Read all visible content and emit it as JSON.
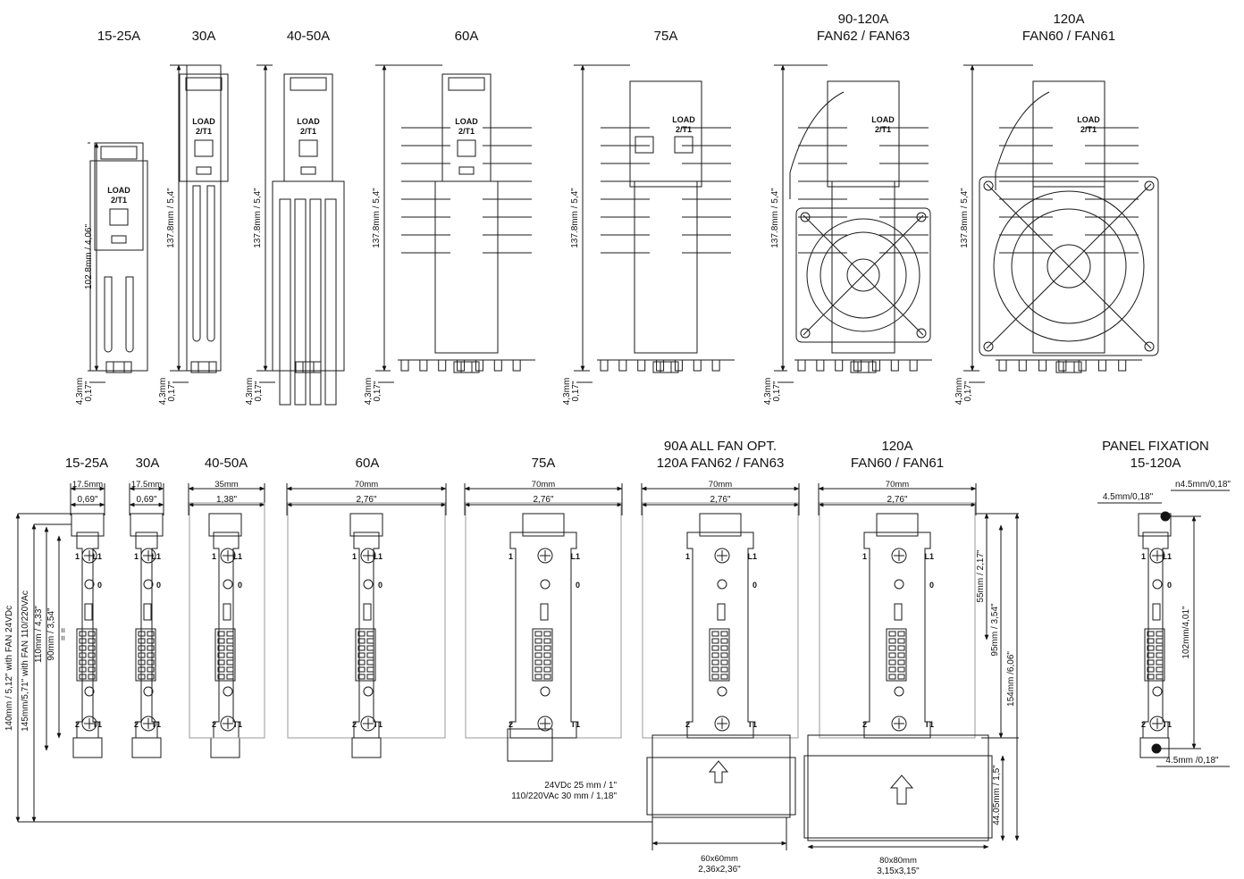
{
  "top_row": {
    "titles": [
      {
        "line1": "15-25A",
        "line2": ""
      },
      {
        "line1": "30A",
        "line2": ""
      },
      {
        "line1": "40-50A",
        "line2": ""
      },
      {
        "line1": "60A",
        "line2": ""
      },
      {
        "line1": "75A",
        "line2": ""
      },
      {
        "line1": "90-120A",
        "line2": "FAN62 / FAN63"
      },
      {
        "line1": "120A",
        "line2": "FAN60 / FAN61"
      }
    ],
    "height_small": "102.8mm / 4,06\"",
    "height_large": "137.8mm / 5,4\"",
    "foot_mm": "4,3mm",
    "foot_in": "0,17\"",
    "module_label_1": "LOAD",
    "module_label_2": "2/T1"
  },
  "bottom_row": {
    "titles": [
      {
        "line1": "15-25A",
        "line2": ""
      },
      {
        "line1": "30A",
        "line2": ""
      },
      {
        "line1": "40-50A",
        "line2": ""
      },
      {
        "line1": "60A",
        "line2": ""
      },
      {
        "line1": "75A",
        "line2": ""
      },
      {
        "line1": "90A ALL FAN OPT.",
        "line2": "120A FAN62 / FAN63"
      },
      {
        "line1": "120A",
        "line2": "FAN60 / FAN61"
      },
      {
        "line1": "PANEL FIXATION",
        "line2": "15-120A"
      }
    ],
    "widths_mm": [
      "17.5mm",
      "17.5mm",
      "35mm",
      "70mm",
      "70mm",
      "70mm",
      "70mm"
    ],
    "widths_in": [
      "0,69\"",
      "0,69\"",
      "1,38\"",
      "2,76\"",
      "2,76\"",
      "2,76\"",
      "2,76\""
    ],
    "dim_140": "140mm / 5,12\" with FAN 24VDc",
    "dim_145": "145mm/5,71\" with FAN 110/220VAc",
    "dim_110": "110mm / 4,33\"",
    "dim_90": "90mm / 3,54\"",
    "dim_equal": "= =",
    "dim_55": "55mm / 2,17\"",
    "dim_95": "95mm / 3,54\"",
    "dim_154": "154mm /6,06\"",
    "dim_44": "44.05mm / 1,5\"",
    "fan_note_1": "24VDc 25 mm / 1\"",
    "fan_note_2": "110/220VAc 30 mm / 1,18\"",
    "fan60_mm": "60x60mm",
    "fan60_in": "2,36x2,36\"",
    "fan80_mm": "80x80mm",
    "fan80_in": "3,15x3,15\"",
    "panel_hole_left": "4.5mm/0,18\"",
    "panel_hole_top": "n4.5mm/0,18\"",
    "panel_height": "102mm/4,01\"",
    "panel_hole_bottom": "4.5mm /0,18\"",
    "terminal_1": "1",
    "terminal_l1": "L1",
    "terminal_2": "2",
    "terminal_t1": "T1",
    "terminal_0": "0"
  }
}
